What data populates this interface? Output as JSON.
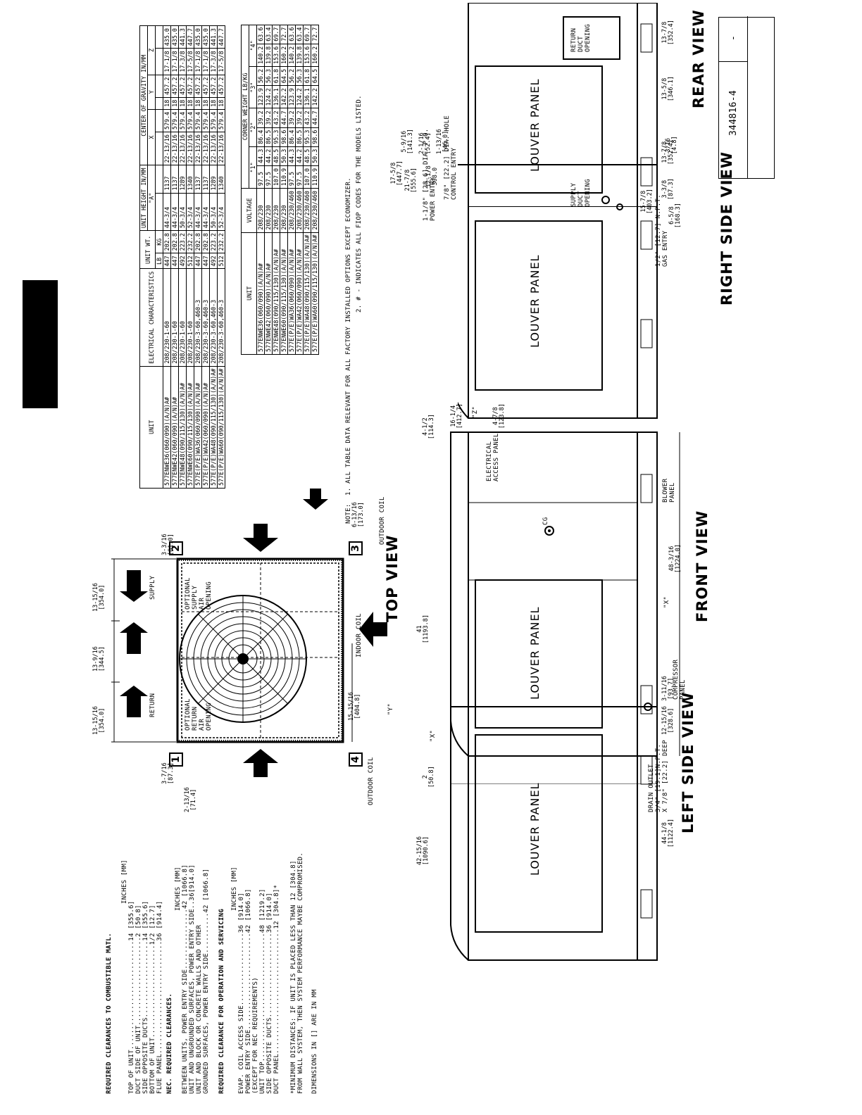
{
  "clearances": {
    "combustible_title": "REQUIRED CLEARANCES TO COMBUSTIBLE MATL.",
    "combustible_units": "INCHES [MM]",
    "combustible_rows": [
      "TOP OF UNIT...........................14 [355.6]",
      "DUCT SIDE OF UNIT......................2 [50.8]",
      "SIDE OPPOSITE DUCTS...................14 [355.6]",
      "BOTTOM OF UNIT.......................1/2 [12.7]",
      "FLUE PANEL............................36 [914.4]"
    ],
    "nec_title": "NEC. REQUIRED CLEARANCES.",
    "nec_units": "INCHES [MM]",
    "nec_rows": [
      "BETWEEN UNITS, POWER ENTRY SIDE...............42 [1066.8]",
      "UNIT AND UNGROUNDED SURFACES, POWER ENTRY SIDE..36[914.0]",
      "UNIT AND BLOCK OR CONCRETE WALLS AND OTHER",
      "GROUNDED SURFACES, POWER ENTRY SIDE..........42 [1066.8]"
    ],
    "service_title": "REQUIRED CLEARANCE FOR OPERATION AND SERVICING",
    "service_units": "INCHES [MM]",
    "service_rows": [
      "EVAP. COIL ACCESS SIDE..................36 [914.0]",
      "POWER ENTRY SIDE........................42 [1066.8]",
      "(EXCEPT FOR NEC REQUIREMENTS)",
      "UNIT TOP................................48 [1219.2]",
      "SIDE OPPOSITE DUCTS.....................36 [914.0]",
      "DUCT PANEL...............................12 [304.8]*"
    ],
    "minimum_note_1": "*MINIMUM DISTANCES: IF UNIT IS PLACED LESS THAN 12 [304.8]",
    "minimum_note_2": "FROM WALL SYSTEM, THEN SYSTEM PERFORMANCE MAYBE COMPROMISED.",
    "dimensions_note": "DIMENSIONS IN [] ARE IN MM"
  },
  "top_view": {
    "title": "TOP VIEW",
    "dims": {
      "return_w": "13-15/16\n[354.0]",
      "mid_w": "13-9/16\n[344.5]",
      "supply_w": "13-15/16\n[354.0]",
      "left_off": "3-7/16\n[87.3]",
      "left_corner": "2-13/16\n[71.4]",
      "bottom_off": "15-15/16\n[404.8]",
      "right_off": "3-3/16\n[81.0]",
      "right_bottom": "6-13/16\n[173.0]"
    },
    "return_label": "RETURN",
    "supply_label": "SUPPLY",
    "opt_return": "OPTIONAL\nRETURN\nAIR\nOPENING",
    "opt_supply": "OPTIONAL\nSUPPLY\nAIR\nOPENING",
    "indoor_coil": "INDOOR COIL",
    "outdoor_coil_1": "OUTDOOR COIL",
    "outdoor_coil_2": "OUTDOOR COIL",
    "corner_1": "1",
    "corner_2": "2",
    "corner_3": "3",
    "corner_4": "4",
    "y_mark": "\"Y\""
  },
  "left_side_view": {
    "title": "LEFT SIDE VIEW",
    "louver": "LOUVER PANEL",
    "height": "42-15/16\n[1090.6]",
    "width": "44-1/8\n[1122.4]",
    "drain_1": "DRAIN OUTLET",
    "drain_2": "3/4\" [19.1]N.P.T.",
    "drain_3": "X 7/8\" [22.2] DEEP",
    "d1": "12-15/16\n[328.6]",
    "d2": "3-11/16\n[93.7]"
  },
  "front_view": {
    "title": "FRONT VIEW",
    "louver": "LOUVER PANEL",
    "height": "41\n[1193.8]",
    "base": "2\n[50.8]",
    "top_off": "4-1/2\n[114.3]",
    "width": "48-3/16\n[1224.0]",
    "x_mark": "\"X\"",
    "x_mark2": "\"X\"",
    "z_mark": "\"Z\"",
    "cg": "CG",
    "electrical_panel": "ELECTRICAL\nACCESS PANEL",
    "blower_panel": "BLOWER\nPANEL",
    "compressor_panel": "COMPRESSOR\nPANEL",
    "d_4_7_8": "4-7/8\n[123.8]",
    "d_16_1_4": "16-1/4\n[412.7]"
  },
  "right_side_view": {
    "title": "RIGHT SIDE VIEW",
    "louver": "LOUVER PANEL",
    "power_entry": "1-1/8\" [28.6] DIA. P.O.\nPOWER ENTRY",
    "control_entry": "7/8\" [22.2] DIA. HOLE\nCONTROL ENTRY",
    "gas_entry": "1/2\" [12.7] N.P.T.\nGAS ENTRY",
    "d_3_16": "3/16\n[4.8]",
    "d_21_7_8": "21-7/8\n[555.6]",
    "d_17_5_8": "17-5/8\n[447.7]",
    "d_12_1_8": "12-1/8\n308.0",
    "d_5_9_16": "5-9/16\n[141.3]",
    "d_2_1_16": "2-1/16\n[52.4]",
    "d_1_13_16": "1-13/16\n[46.0]"
  },
  "rear_view": {
    "title": "REAR VIEW",
    "louver": "LOUVER PANEL",
    "return_duct": "RETURN\nDUCT\nOPENING",
    "supply_duct": "SUPPLY\nDUCT\nOPENING",
    "d_13_7_8_a": "13-7/8\n[352.4]",
    "d_13_5_8": "13-5/8\n[346.1]",
    "d_13_7_8_b": "13-7/8\n[352.4]",
    "d_3_3_8": "3-3/8\n[87.3]",
    "d_6_5_8": "6-5/8\n[168.3]",
    "d_15_7_8": "15-7/8\n[403.2]"
  },
  "drawing_number": "344816-4",
  "revision": "-",
  "notes": {
    "note1": "NOTE:  1. ALL TABLE DATA RELEVANT FOR ALL FACTORY INSTALLED OPTIONS EXCEPT ECONOMIZER.",
    "note2": "2. # - INDICATES ALL FIOP CODES FOR THE MODELS LISTED."
  },
  "table1": {
    "h_unit": "UNIT",
    "h_elec": "ELECTRICAL\nCHARACTERISTICS",
    "h_wt": "UNIT WT.",
    "h_height": "UNIT HEIGHT IN/MM",
    "h_cg": "CENTER OF GRAVITY IN/MM",
    "h_lb": "LB",
    "h_kg": "KG",
    "h_a": "\"A\"",
    "h_x": "X",
    "h_y": "Y",
    "h_z": "Z",
    "rows": [
      [
        "577ENWE36(060/090)(A/N)A#",
        "208/230-1-60",
        "447",
        "202.8",
        "44-3/4",
        "1137",
        "22-13/16",
        "579.4",
        "18",
        "457.2",
        "17-1/8",
        "435.0"
      ],
      [
        "577ENWE42(060/090)(A/N)A#",
        "208/230-1-60",
        "447",
        "202.8",
        "44-3/4",
        "1137",
        "22-13/16",
        "579.4",
        "18",
        "457.2",
        "17-1/8",
        "435.0"
      ],
      [
        "577ENWE48(090/115/130)(A/N)A#",
        "208/230-1-60",
        "492",
        "223.2",
        "50-3/4",
        "1289",
        "22-13/16",
        "579.4",
        "18",
        "457.2",
        "17-3/8",
        "441.3"
      ],
      [
        "577ENWE60(090/115/130)(A/N)A#",
        "208/230-1-60",
        "512",
        "232.2",
        "52-3/4",
        "1340",
        "22-13/16",
        "579.4",
        "18",
        "457.2",
        "17-5/8",
        "447.7"
      ],
      [
        "577E(P/E)WA36(060/090)(A/N)A#",
        "208/230-3-60,460-3",
        "447",
        "202.8",
        "44-3/4",
        "1137",
        "22-13/16",
        "579.4",
        "18",
        "457.2",
        "17-1/8",
        "435.0"
      ],
      [
        "577E(P/E)WA42(060/090)(A/N)A#",
        "208/230-3-60,460-3",
        "447",
        "202.8",
        "44-3/4",
        "1137",
        "22-13/16",
        "579.4",
        "18",
        "457.2",
        "17-1/8",
        "435.0"
      ],
      [
        "577E(P/E)WA48(090/115/130)(A/N)A#",
        "208/230-3-60,460-3",
        "492",
        "223.2",
        "50-3/4",
        "1289",
        "22-13/16",
        "579.4",
        "18",
        "457.2",
        "17-3/8",
        "441.3"
      ],
      [
        "577E(P/E)WA60(090/115/130)(A/N)A#",
        "208/230-3-60,460-3",
        "512",
        "232.2",
        "52-3/4",
        "1340",
        "22-13/16",
        "579.4",
        "18",
        "457.2",
        "17-5/8",
        "447.7"
      ]
    ]
  },
  "table2": {
    "h_unit": "UNIT",
    "h_volt": "VOLTAGE",
    "h_corner": "CORNER WEIGHT LB/KG",
    "h_1": "\"1\"",
    "h_2": "\"2\"",
    "h_3": "\"3\"",
    "h_4": "\"4\"",
    "rows": [
      [
        "577ENWE36(060/090)(A/N)A#",
        "208/230",
        "97.5",
        "44.3",
        "86.4",
        "39.2",
        "123.9",
        "56.2",
        "140.2",
        "63.6"
      ],
      [
        "577ENWE42(060/090)(A/N)A#",
        "208/230",
        "97.5",
        "44.2",
        "86.5",
        "39.2",
        "124.2",
        "56.3",
        "139.8",
        "63.4"
      ],
      [
        "577ENWE48(090/115/130)(A/N)A#",
        "208/230",
        "107.0",
        "48.5",
        "95.3",
        "43.2",
        "136.1",
        "61.8",
        "153.6",
        "69.7"
      ],
      [
        "577ENWE60(090/115/130)(A/N)A#",
        "208/230",
        "110.9",
        "50.3",
        "98.6",
        "44.7",
        "142.2",
        "64.5",
        "160.2",
        "72.7"
      ],
      [
        "577E(P/E)WA36(060/090)(A/N)A#",
        "208/230/460",
        "97.5",
        "44.3",
        "86.4",
        "39.2",
        "123.9",
        "56.2",
        "140.2",
        "63.6"
      ],
      [
        "577E(P/E)WA42(060/090)(A/N)A#",
        "208/230/460",
        "97.5",
        "44.2",
        "86.5",
        "39.2",
        "124.2",
        "56.3",
        "139.8",
        "63.4"
      ],
      [
        "577E(P/E)WA48(090/115/130)(A/N)A#",
        "208/230/460",
        "107.0",
        "48.5",
        "95.3",
        "43.2",
        "136.1",
        "61.8",
        "153.6",
        "69.7"
      ],
      [
        "577E(P/E)WA60(090/115/130)(A/N)A#",
        "208/230/460",
        "110.9",
        "50.3",
        "98.6",
        "44.7",
        "142.2",
        "64.5",
        "160.2",
        "72.7"
      ]
    ]
  }
}
